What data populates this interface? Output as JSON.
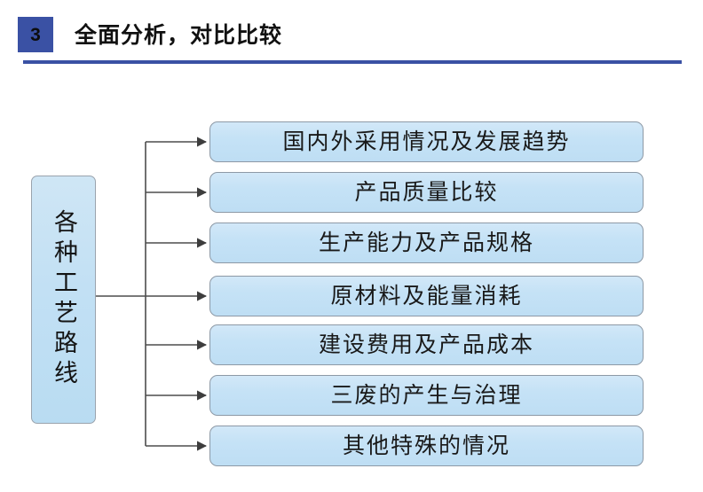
{
  "header": {
    "badge_number": "3",
    "title": "全面分析，对比比较",
    "accent_color": "#3a51a4",
    "badge_text_color": "#0d0d0d"
  },
  "diagram": {
    "type": "tree-fan",
    "root": {
      "label": "各种工艺路线",
      "orientation": "vertical",
      "fill_color": "#c2e0f4",
      "border_color": "#9aa3ad"
    },
    "branch_fill_color": "#c5e2f6",
    "branch_border_color": "#8d99a6",
    "connector_color": "#4d4d4d",
    "branches": [
      {
        "label": "国内外采用情况及发展趋势"
      },
      {
        "label": "产品质量比较"
      },
      {
        "label": "生产能力及产品规格"
      },
      {
        "label": "原材料及能量消耗"
      },
      {
        "label": "建设费用及产品成本"
      },
      {
        "label": "三废的产生与治理"
      },
      {
        "label": "其他特殊的情况"
      }
    ]
  }
}
